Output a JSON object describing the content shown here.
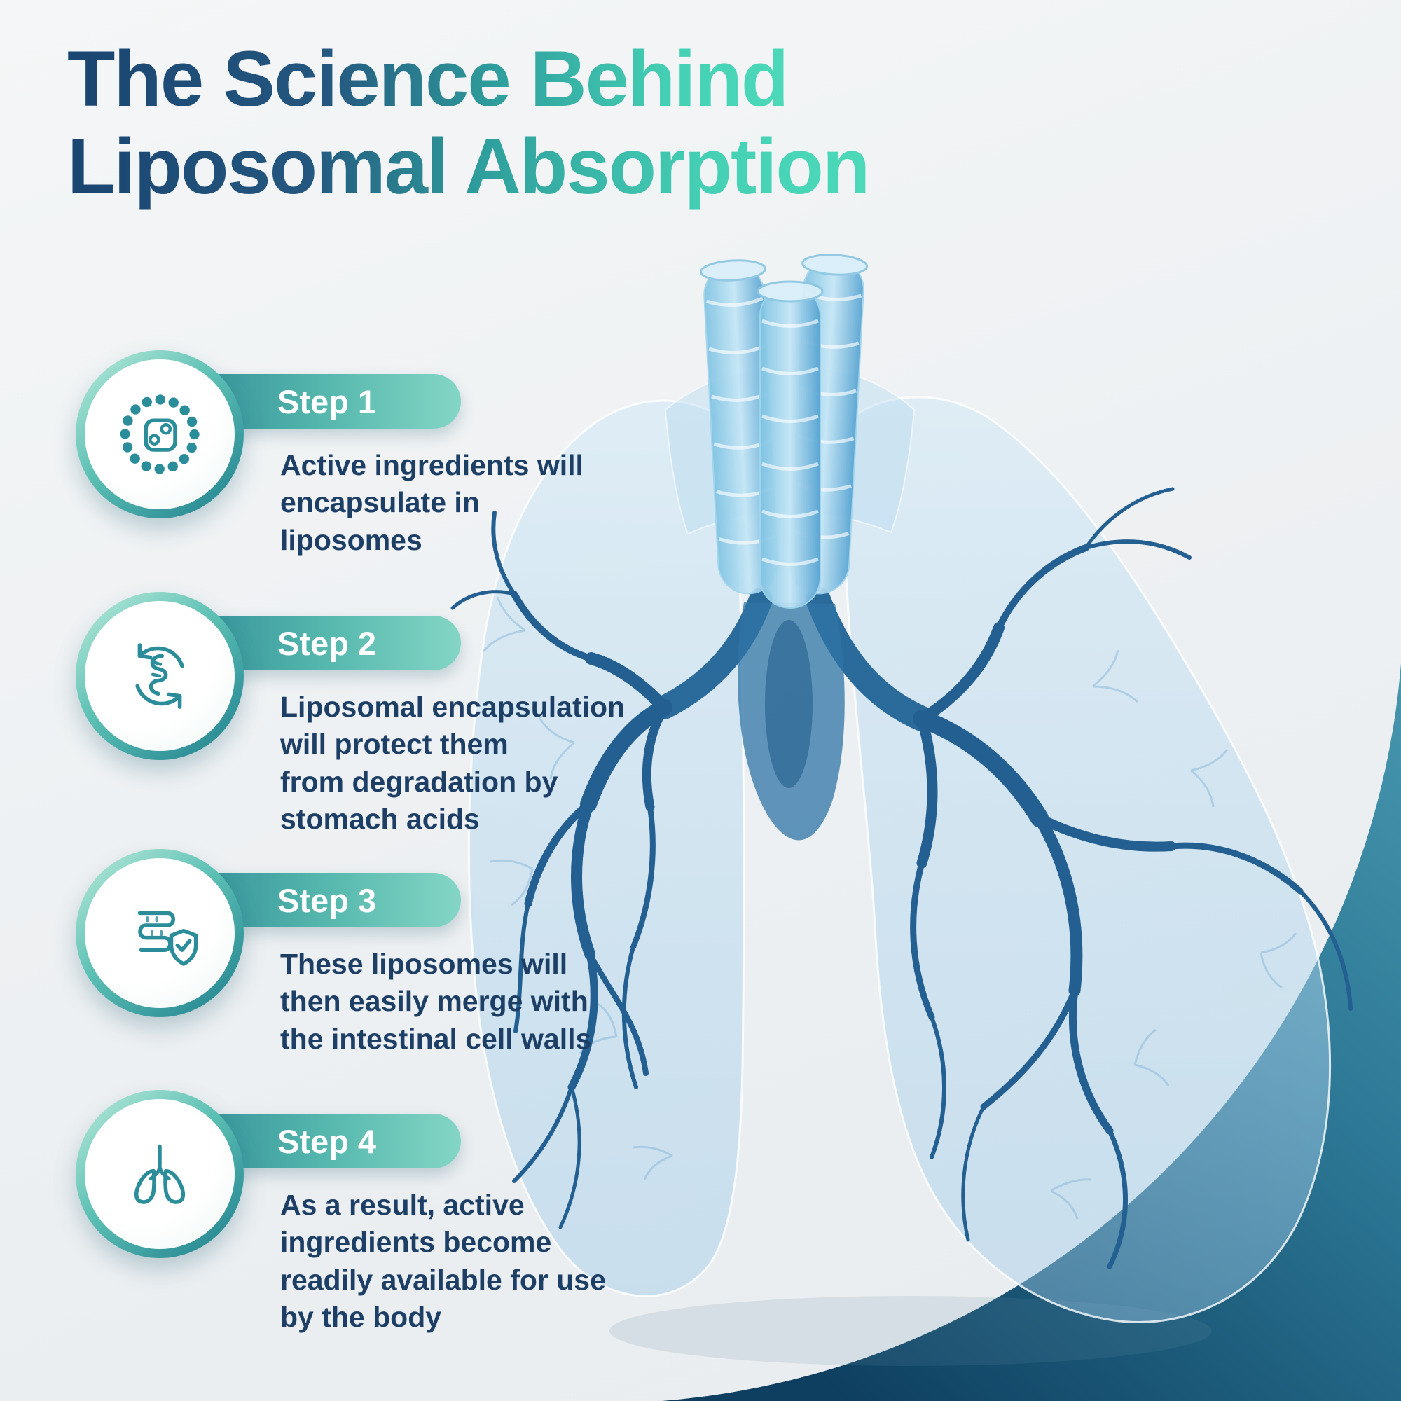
{
  "header": {
    "title_line1": "The Science Behind",
    "title_line2": "Liposomal Absorption"
  },
  "steps": [
    {
      "label": "Step 1",
      "icon": "liposome-icon",
      "description": "Active ingredients will\nencapsulate in\nliposomes"
    },
    {
      "label": "Step 2",
      "icon": "stomach-cycle-icon",
      "description": "Liposomal encapsulation\nwill protect them\nfrom degradation by\nstomach acids"
    },
    {
      "label": "Step 3",
      "icon": "intestine-shield-icon",
      "description": "These liposomes will\nthen easily merge with\nthe intestinal cell walls"
    },
    {
      "label": "Step 4",
      "icon": "lungs-icon",
      "description": "As a result, active\ningredients become\nreadily available for use\nby the body"
    }
  ],
  "illustration": {
    "name": "lungs-illustration",
    "subject": "translucent human lungs with trachea and bronchial tree"
  },
  "colors": {
    "title_navy": "#1a4571",
    "title_teal": "#45d0b4",
    "pill_gradient_start": "#2c8794",
    "pill_gradient_end": "#84d6c5",
    "body_text": "#1d3f66",
    "background": "#eff2f4",
    "corner_accent_light": "#4a9ab1",
    "corner_accent_dark": "#0e3f60",
    "lung_blue": "#9cc9e8",
    "bronchi_blue": "#235f90"
  }
}
